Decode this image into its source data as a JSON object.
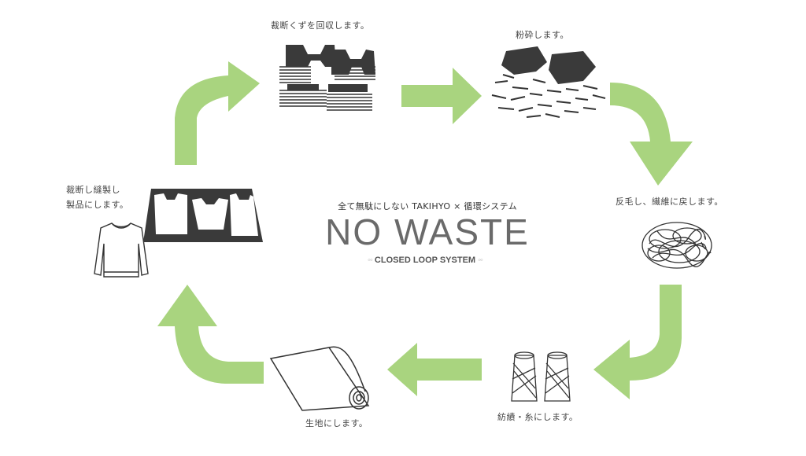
{
  "accent_color": "#a9d47f",
  "steps": {
    "collect": "裁断くずを回収します。",
    "crush": "粉砕します。",
    "fiber": "反毛し、繊維に戻します。",
    "yarn": "紡績・糸にします。",
    "fabric": "生地にします。",
    "sew_line1": "裁断し縫製し",
    "sew_line2": "製品にします。"
  },
  "center": {
    "subtitle": "全て無駄にしない TAKIHYO × 循環システム",
    "title": "NO WASTE",
    "tagline_deco_left": "◦◦",
    "tagline": "CLOSED LOOP SYSTEM",
    "tagline_deco_right": "◦◦"
  },
  "icons": [
    "scraps-stack-icon",
    "crushed-pieces-icon",
    "fiber-ball-icon",
    "yarn-spools-icon",
    "fabric-roll-icon",
    "cutting-pattern-icon",
    "sweater-icon"
  ]
}
